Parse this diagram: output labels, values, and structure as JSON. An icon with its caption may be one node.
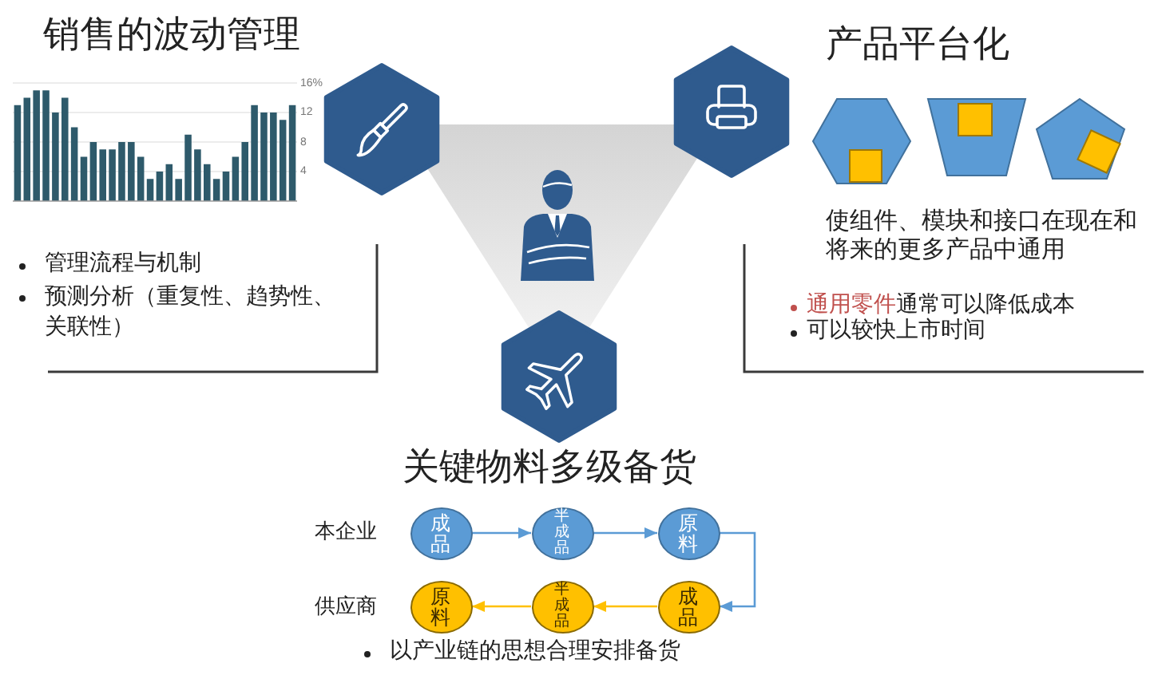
{
  "diagram": {
    "nodes": [
      {
        "text": [
          "成品"
        ]
      },
      {
        "text": [
          "半成品"
        ]
      },
      {
        "text": [
          "原料"
        ]
      },
      {
        "text": [
          "原料"
        ]
      },
      {
        "text": [
          "半成品"
        ]
      },
      {
        "text": [
          "成品"
        ]
      }
    ],
    "edges": [
      {
        "from": 0,
        "to": 1,
        "arrow": "to"
      },
      {
        "from": 1,
        "to": 2,
        "arrow": "to"
      },
      {
        "from": 2,
        "to": 5,
        "arrow": "to"
      },
      {
        "from": 5,
        "to": 4,
        "arrow": "to",
        "color": "#ffc000"
      },
      {
        "from": 4,
        "to": 3,
        "arrow": "to",
        "color": "#ffc000"
      }
    ],
    "labels": [
      "销售的波动管理",
      "管理流程与机制",
      "预测分析（重复性、趋势性、关联性）",
      "产品平台化",
      "使组件、模块和接口在现在和将来的更多产品中通用",
      "**通用零件**通常可以降低成本",
      "可以较快上市时间",
      "关键物料多级备货",
      "本企业",
      "供应商",
      "以产业链的思想合理安排备货"
    ],
    "chart_data": {
      "type": "bar",
      "series": [
        {
          "color": "#2e5a6b",
          "values": [
            13,
            14,
            15,
            15,
            12,
            14,
            10,
            6,
            8,
            7,
            7,
            8,
            8,
            6,
            3,
            4,
            5,
            3,
            9,
            7,
            5,
            3,
            4,
            6,
            8,
            13,
            12,
            12,
            11,
            13
          ]
        }
      ],
      "ylim": [
        0,
        16
      ],
      "yticks": [
        4,
        8,
        12,
        {
          "value": 16,
          "label": "16%"
        }
      ],
      "grid": true
    }
  }
}
